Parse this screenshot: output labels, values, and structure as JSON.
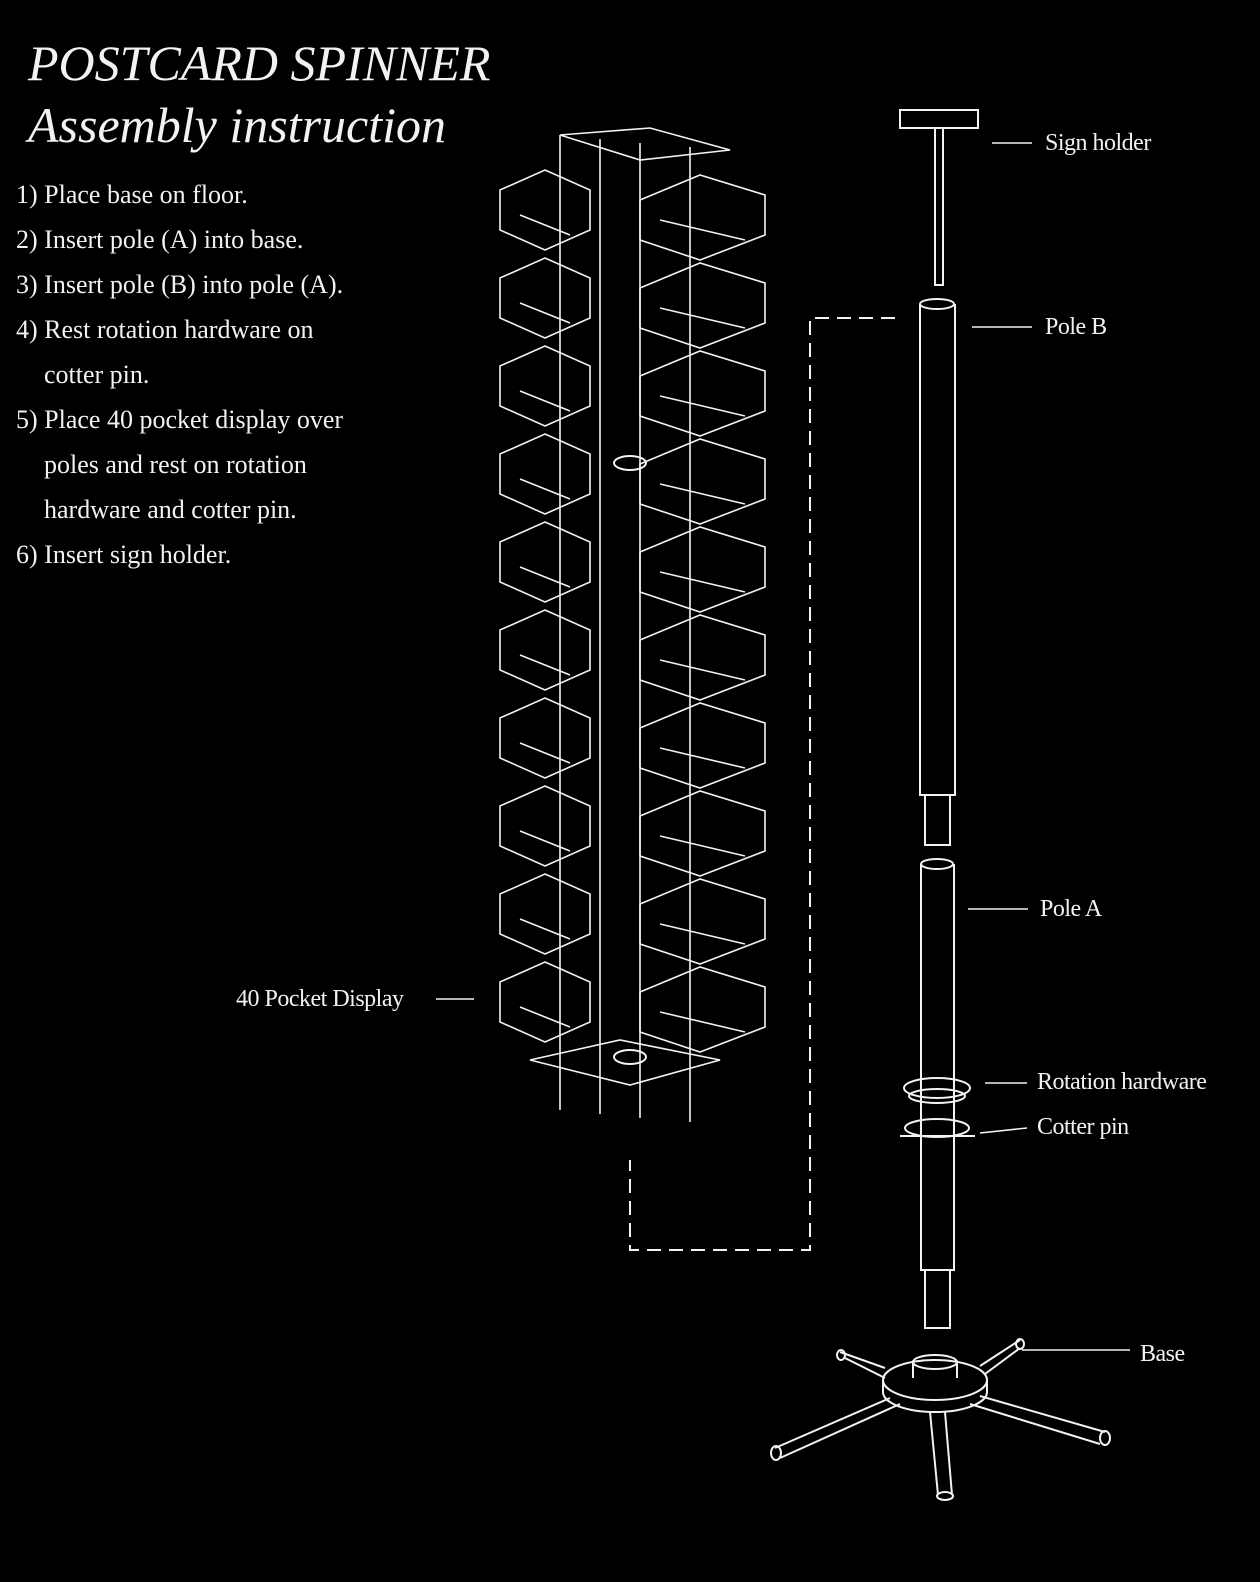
{
  "title": "POSTCARD SPINNER",
  "subtitle": "Assembly instruction",
  "steps": [
    {
      "num": "1)",
      "lines": [
        "Place base on floor."
      ]
    },
    {
      "num": "2)",
      "lines": [
        "Insert pole (A) into base."
      ]
    },
    {
      "num": "3)",
      "lines": [
        "Insert pole (B) into pole (A)."
      ]
    },
    {
      "num": "4)",
      "lines": [
        "Rest rotation hardware on",
        "cotter pin."
      ]
    },
    {
      "num": "5)",
      "lines": [
        "Place 40 pocket display over",
        "poles and rest on rotation",
        "hardware and cotter pin."
      ]
    },
    {
      "num": "6)",
      "lines": [
        "Insert sign holder."
      ]
    }
  ],
  "labels": {
    "sign_holder": "Sign holder",
    "pole_b": "Pole B",
    "pole_a": "Pole A",
    "rotation_hardware": "Rotation hardware",
    "cotter_pin": "Cotter pin",
    "base": "Base",
    "pocket_display": "40 Pocket Display"
  },
  "colors": {
    "background": "#000000",
    "line": "#f2f2f2"
  }
}
